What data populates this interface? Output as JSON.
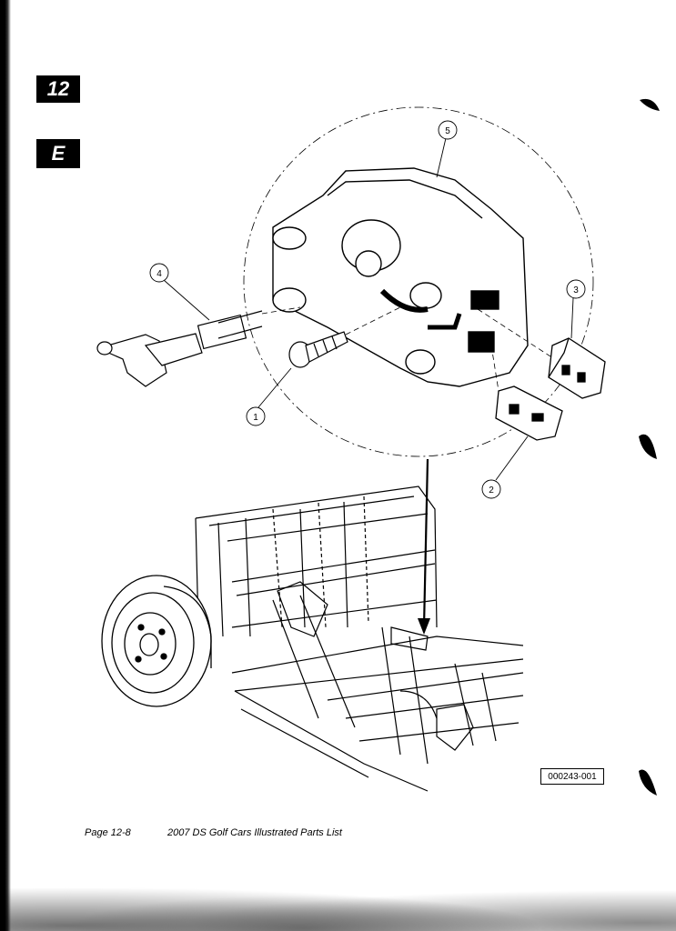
{
  "tabs": {
    "chapter": "12",
    "section": "E"
  },
  "callouts": {
    "c1": "1",
    "c2": "2",
    "c3": "3",
    "c4": "4",
    "c5": "5"
  },
  "figure": {
    "code": "000243-001"
  },
  "footer": {
    "page": "Page 12-8",
    "title": "2007 DS Golf Cars Illustrated Parts List"
  },
  "colors": {
    "ink": "#000000",
    "paper": "#ffffff"
  }
}
